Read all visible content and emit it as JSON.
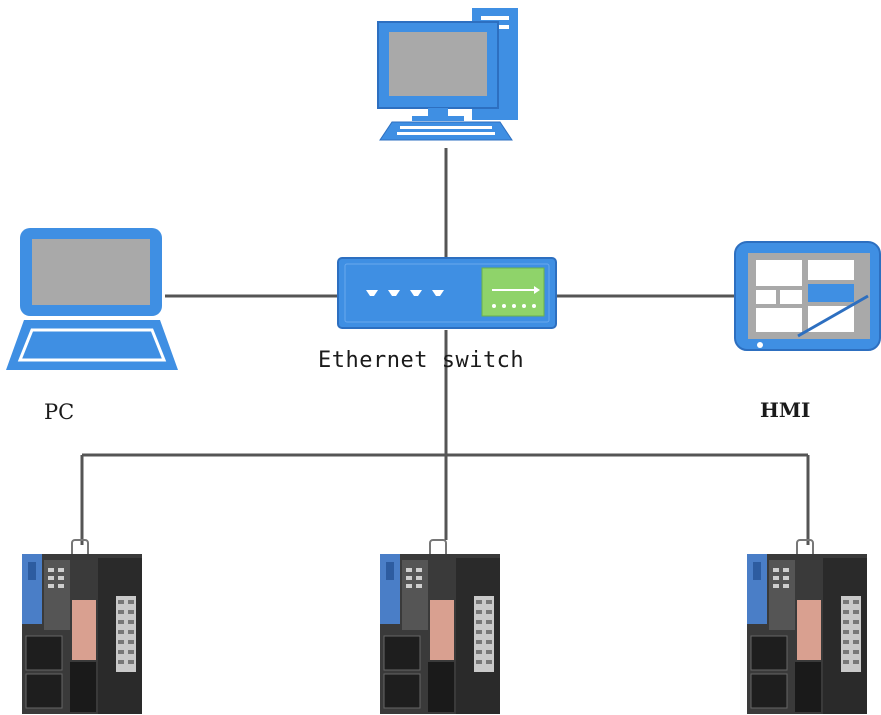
{
  "diagram": {
    "labels": {
      "switch": "Ethernet switch",
      "pc": "PC",
      "hmi": "HMI"
    },
    "colors": {
      "device_blue": "#3f8fe3",
      "device_blue_dark": "#2d6fc0",
      "screen_gray": "#a9a9a9",
      "line_gray": "#555555",
      "switch_port_green": "#8fd36a",
      "plc_dark": "#2f2f2f"
    },
    "nodes": [
      {
        "id": "top-computer",
        "icon": "desktop-computer-icon"
      },
      {
        "id": "pc",
        "icon": "laptop-icon"
      },
      {
        "id": "switch",
        "icon": "ethernet-switch-icon"
      },
      {
        "id": "hmi",
        "icon": "hmi-touch-panel-icon"
      },
      {
        "id": "plc-1",
        "icon": "plc-controller-icon"
      },
      {
        "id": "plc-2",
        "icon": "plc-controller-icon"
      },
      {
        "id": "plc-3",
        "icon": "plc-controller-icon"
      }
    ]
  }
}
